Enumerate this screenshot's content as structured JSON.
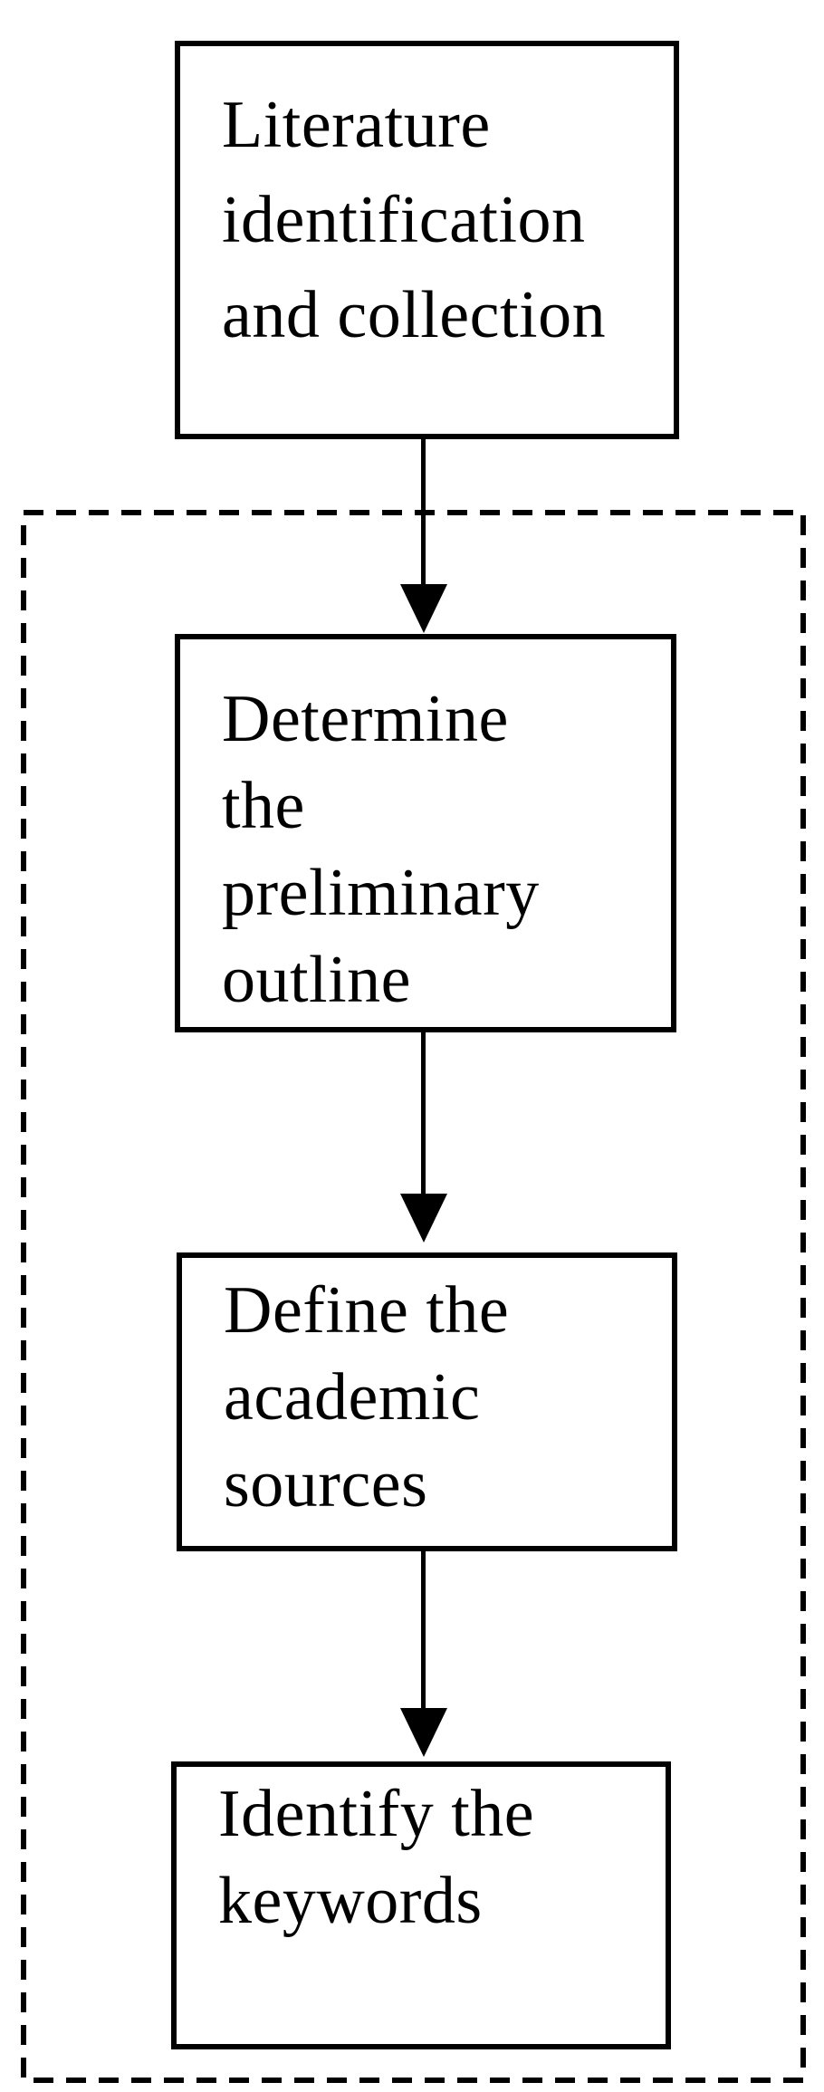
{
  "colors": {
    "ink": "#000000",
    "background": "#ffffff"
  },
  "flowchart": {
    "boxes": [
      {
        "name": "literature-identification-and-collection",
        "lines": [
          "Literature",
          "identification",
          "and collection"
        ]
      },
      {
        "name": "determine-the-preliminary-outline",
        "lines": [
          "Determine",
          "the",
          "preliminary",
          "outline"
        ]
      },
      {
        "name": "define-the-academic-sources",
        "lines": [
          "Define the",
          "academic",
          "sources"
        ]
      },
      {
        "name": "identify-the-keywords",
        "lines": [
          "Identify the",
          "keywords"
        ]
      }
    ],
    "connectors": [
      {
        "icon": "down-arrow-icon"
      },
      {
        "icon": "down-arrow-icon"
      },
      {
        "icon": "down-arrow-icon"
      }
    ],
    "group_border_style": "dashed"
  }
}
